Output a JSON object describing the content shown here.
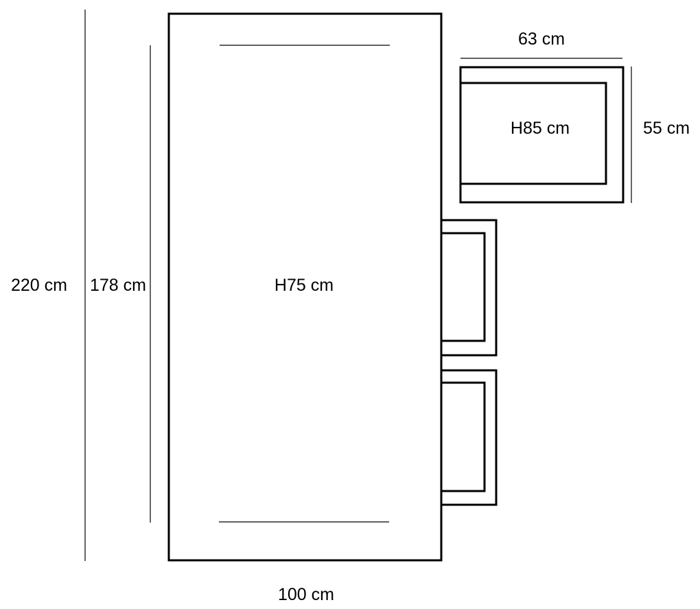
{
  "diagram": {
    "labels": {
      "total_length": "220 cm",
      "inner_length": "178 cm",
      "table_height": "H75 cm",
      "table_width": "100 cm",
      "cabinet_width": "63 cm",
      "cabinet_depth": "55 cm",
      "cabinet_height": "H85 cm"
    },
    "colors": {
      "stroke": "#000000",
      "background": "#ffffff"
    }
  }
}
